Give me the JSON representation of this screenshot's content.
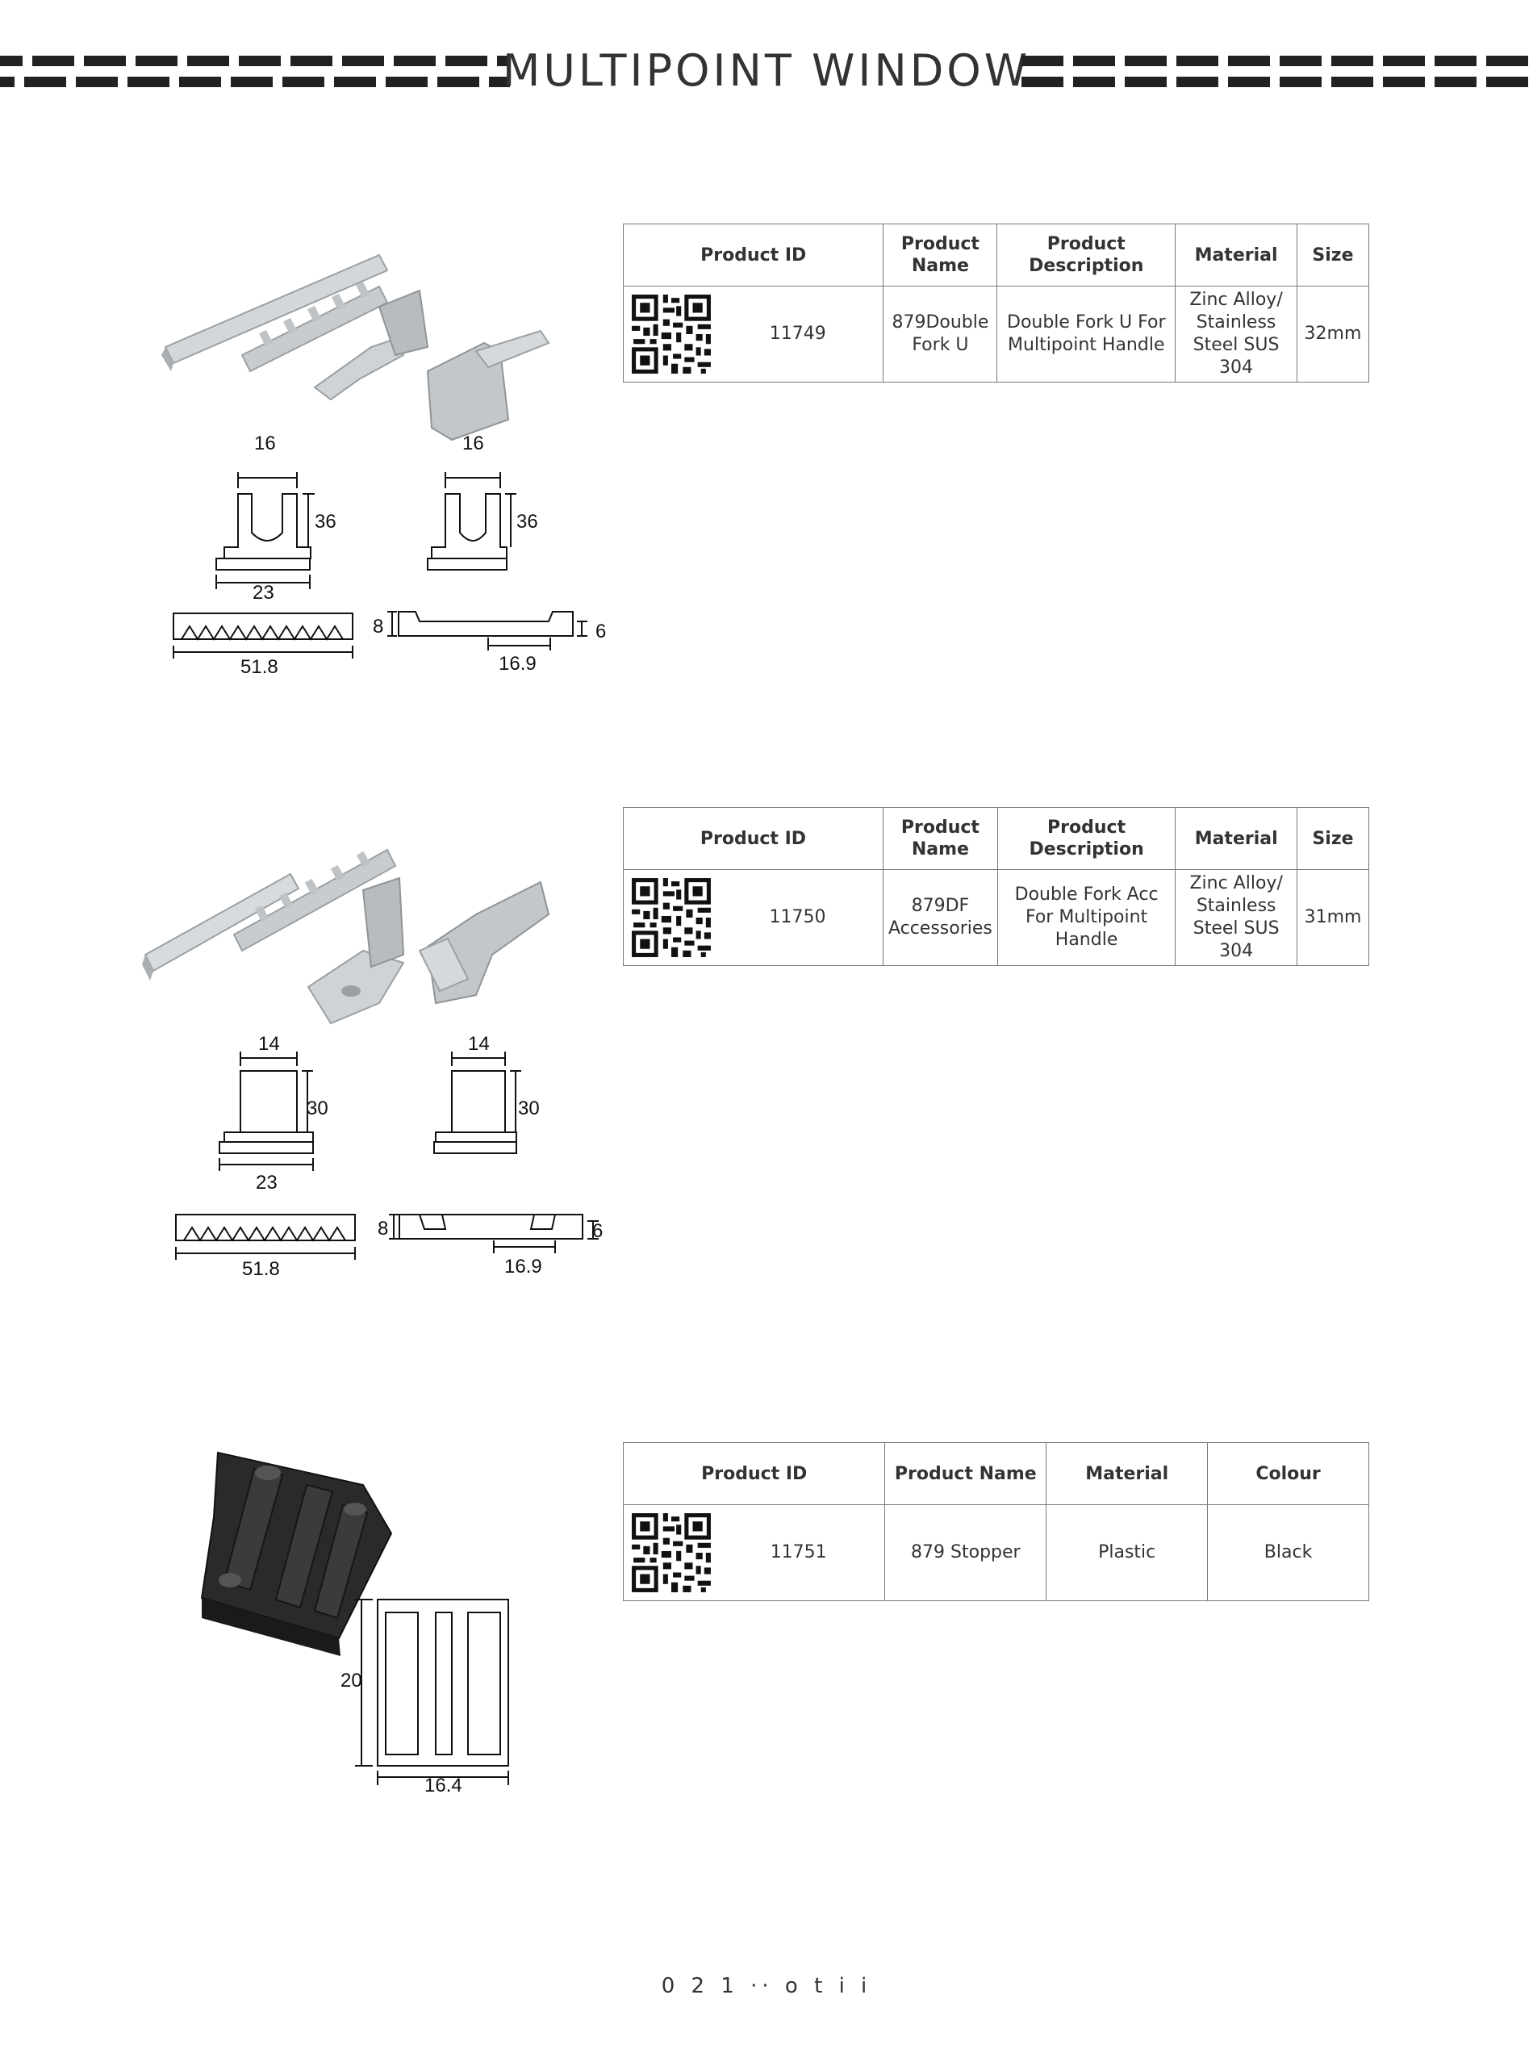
{
  "header": {
    "title": "MULTIPOINT WINDOW"
  },
  "products": [
    {
      "columns": [
        "Product ID",
        "Product Name",
        "Product Description",
        "Material",
        "Size"
      ],
      "row": {
        "id": "11749",
        "name": "879Double Fork U",
        "description": "Double Fork U For Multipoint Handle",
        "material": "Zinc Alloy/ Stainless Steel SUS 304",
        "size": "32mm"
      },
      "dimensions": {
        "a": "16",
        "b": "36",
        "c": "16",
        "d": "36",
        "e": "23",
        "f": "51.8",
        "g": "8",
        "h": "6",
        "i": "16.9"
      }
    },
    {
      "columns": [
        "Product ID",
        "Product Name",
        "Product Description",
        "Material",
        "Size"
      ],
      "row": {
        "id": "11750",
        "name": "879DF Accessories",
        "description": "Double Fork Acc For Multipoint Handle",
        "material": "Zinc Alloy/ Stainless Steel SUS 304",
        "size": "31mm"
      },
      "dimensions": {
        "a": "14",
        "b": "30",
        "c": "14",
        "d": "30",
        "e": "23",
        "f": "51.8",
        "g": "8",
        "h": "6",
        "i": "16.9"
      }
    },
    {
      "columns": [
        "Product ID",
        "Product Name",
        "Material",
        "Colour"
      ],
      "row": {
        "id": "11751",
        "name": "879 Stopper",
        "material": "Plastic",
        "colour": "Black"
      },
      "dimensions": {
        "height": "20",
        "width": "16.4"
      }
    }
  ],
  "footer": {
    "page": "0 2 1 ·· o t i i"
  },
  "colors": {
    "text": "#333333",
    "border": "#777777",
    "dash": "#222222",
    "metal": "#c9ccce",
    "plastic": "#2a2a2a"
  },
  "icons": [
    "qr-code-icon"
  ]
}
